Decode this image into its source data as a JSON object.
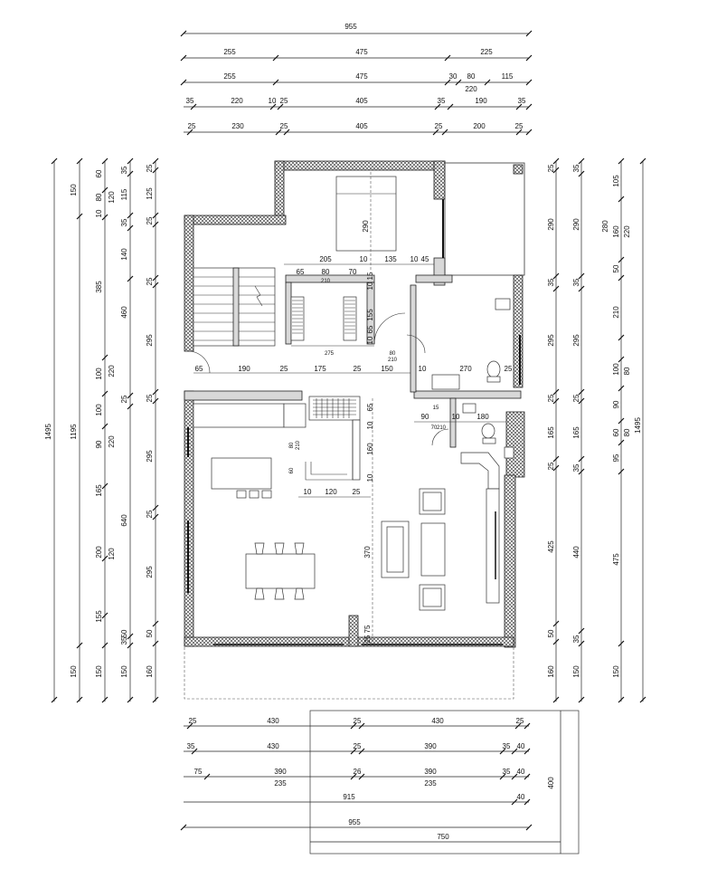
{
  "dimensions": {
    "top": [
      [
        "955"
      ],
      [
        "255",
        "475",
        "225"
      ],
      [
        "255",
        "475",
        "30",
        "80",
        "115",
        "220"
      ],
      [
        "35",
        "220",
        "10",
        "25",
        "405",
        "35",
        "190",
        "35"
      ],
      [
        "25",
        "230",
        "25",
        "405",
        "25",
        "200",
        "25"
      ]
    ],
    "left": [
      [
        "1495"
      ],
      [
        "150",
        "1195",
        "150"
      ],
      [
        "80",
        "10",
        "385",
        "100",
        "100",
        "90",
        "165",
        "200",
        "155",
        "150"
      ],
      [
        "60",
        "120",
        "220",
        "220",
        "640",
        "120",
        "150"
      ],
      [
        "35",
        "115",
        "35",
        "140",
        "460",
        "25",
        "295",
        "25",
        "295",
        "50",
        "35",
        "160"
      ],
      [
        "25",
        "125",
        "25",
        "25",
        "295",
        "25",
        "295",
        "25",
        "295",
        "50",
        "160"
      ]
    ],
    "right": [
      [
        "25",
        "290",
        "35",
        "295",
        "25",
        "165",
        "25",
        "425",
        "50",
        "160"
      ],
      [
        "35",
        "290",
        "35",
        "295",
        "25",
        "165",
        "35",
        "440",
        "35",
        "150"
      ],
      [
        "105",
        "280",
        "50",
        "160",
        "220",
        "210",
        "100",
        "80",
        "90",
        "60",
        "80",
        "95",
        "475",
        "150"
      ],
      [
        "1495"
      ]
    ],
    "bottom": [
      [
        "25",
        "430",
        "25",
        "430",
        "25"
      ],
      [
        "35",
        "430",
        "25",
        "390",
        "35",
        "40"
      ],
      [
        "75",
        "390",
        "26",
        "390",
        "35",
        "40",
        "235",
        "235"
      ],
      [
        "915",
        "40"
      ],
      [
        "955"
      ],
      [
        "750",
        "400"
      ]
    ],
    "interior": [
      "290",
      "205",
      "10",
      "135",
      "10",
      "45",
      "65",
      "80",
      "70",
      "210",
      "10",
      "15",
      "155",
      "10",
      "275",
      "80",
      "210",
      "65",
      "190",
      "25",
      "175",
      "25",
      "150",
      "10",
      "270",
      "25",
      "10",
      "65",
      "90",
      "10",
      "180",
      "15",
      "70",
      "210",
      "80",
      "210",
      "60",
      "160",
      "10",
      "120",
      "25",
      "10",
      "370",
      "75",
      "25"
    ]
  },
  "icons": [
    "stair-arrow-icon",
    "door-swing-icon",
    "bed-icon",
    "sofa-icon",
    "armchair-icon",
    "dining-table-icon",
    "kitchen-island-icon",
    "toilet-icon",
    "sink-icon",
    "shower-icon",
    "wardrobe-icon",
    "fireplace-icon"
  ]
}
